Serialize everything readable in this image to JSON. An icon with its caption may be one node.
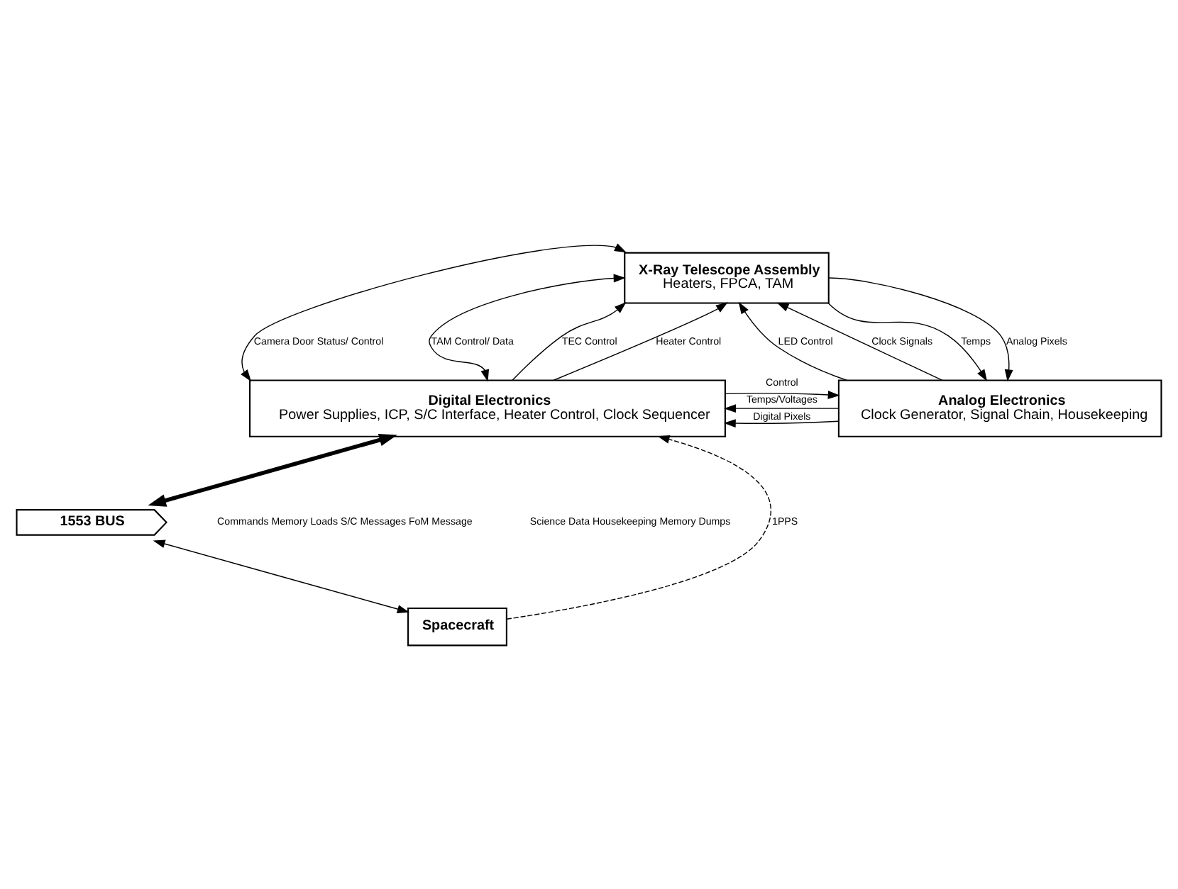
{
  "diagram": {
    "nodes": [
      {
        "text": [
          "X-Ray Telescope Assembly",
          "Heaters, FPCA, TAM"
        ]
      },
      {
        "text": [
          "Digital Electronics",
          "Power Supplies, ICP, S/C Interface, Heater Control, Clock Sequencer"
        ]
      },
      {
        "text": [
          "Analog Electronics",
          "Clock Generator, Signal Chain, Housekeeping"
        ]
      },
      {
        "text": [
          "1553 BUS"
        ]
      },
      {
        "text": [
          "Spacecraft"
        ]
      }
    ],
    "edges": [
      {
        "from": 0,
        "to": 1,
        "arrow": "both",
        "label": "Camera Door Status/ Control"
      },
      {
        "from": 0,
        "to": 1,
        "arrow": "both",
        "label": "TAM Control/ Data"
      },
      {
        "from": 1,
        "to": 0,
        "arrow": "to",
        "label": "TEC Control"
      },
      {
        "from": 1,
        "to": 0,
        "arrow": "to",
        "label": "Heater Control"
      },
      {
        "from": 0,
        "to": 2,
        "arrow": "to",
        "label": "Temps"
      },
      {
        "from": 2,
        "to": 0,
        "arrow": "to",
        "label": "LED Control"
      },
      {
        "from": 2,
        "to": 0,
        "arrow": "to",
        "label": "Clock Signals"
      },
      {
        "from": 0,
        "to": 2,
        "arrow": "to",
        "label": "Analog Pixels"
      },
      {
        "from": 2,
        "to": 1,
        "arrow": "to",
        "label": "Digital Pixels"
      },
      {
        "from": 2,
        "to": 1,
        "arrow": "to",
        "label": "Temps/Voltages"
      },
      {
        "from": 1,
        "to": 2,
        "arrow": "to",
        "label": "Control"
      },
      {
        "from": 1,
        "to": 3,
        "arrow": "both",
        "style": "thick"
      },
      {
        "from": 3,
        "to": 4,
        "arrow": "both"
      },
      {
        "from": 4,
        "to": 1,
        "arrow": "to",
        "label": "1PPS",
        "style": "dashed"
      }
    ],
    "labels": [
      "Commands Memory Loads S/C Messages FoM Message",
      "Science Data Housekeeping Memory Dumps"
    ]
  }
}
